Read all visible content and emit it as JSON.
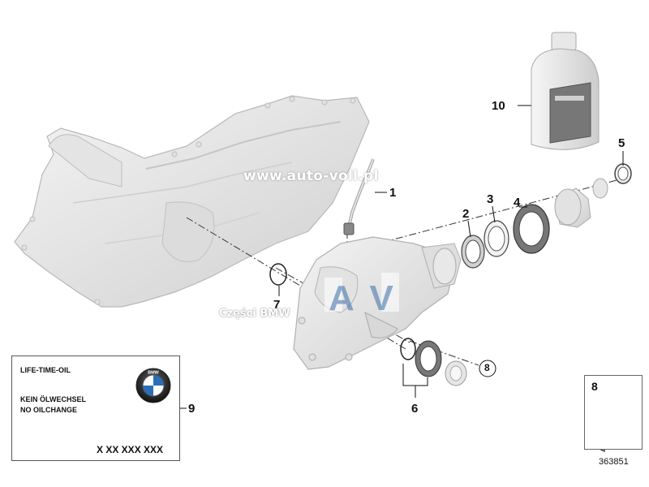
{
  "callouts": {
    "c1": "1",
    "c2": "2",
    "c3": "3",
    "c4": "4",
    "c5": "5",
    "c6": "6",
    "c7": "7",
    "c8": "8",
    "c9": "9",
    "c10": "10",
    "c8_box": "8"
  },
  "watermark": {
    "url": "www.auto-voll.pl",
    "brand": "Części BMW",
    "logo_letters": "AV"
  },
  "label": {
    "line1": "LIFE-TIME-OIL",
    "line2": "KEIN ÖLWECHSEL",
    "line3": "NO OILCHANGE",
    "part_number": "X XX XXX XXX",
    "logo_letters": "BMW"
  },
  "diagram_number": "363851",
  "icons": [
    "bmw-logo-icon",
    "arrow-icon",
    "oil-bottle-icon"
  ],
  "colors": {
    "part_fill": "#e9e9e9",
    "part_stroke": "#b5b5b5",
    "ring_dark": "#555555",
    "bmw_blue": "#2a6fb5"
  }
}
